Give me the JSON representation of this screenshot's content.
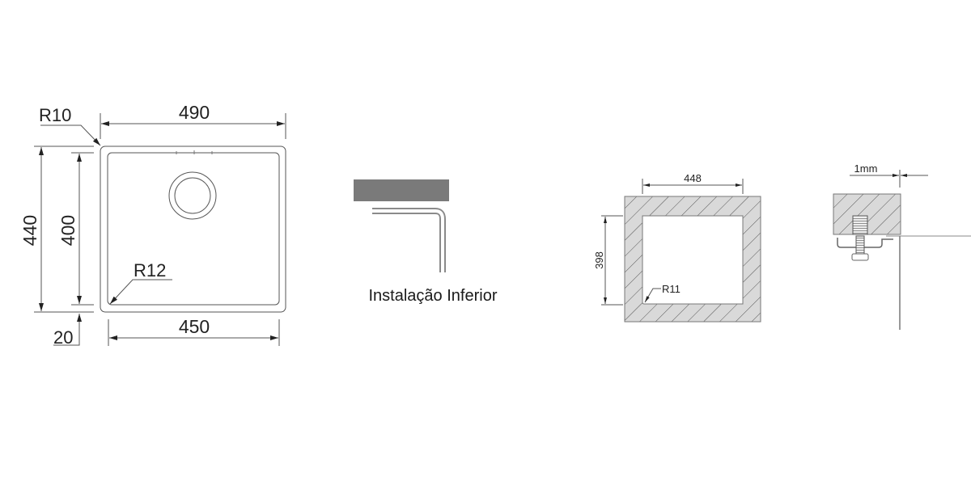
{
  "sink_top_view": {
    "width_outer": "490",
    "width_inner": "450",
    "height_outer": "440",
    "height_inner": "400",
    "offset": "20",
    "radius_outer": "R10",
    "radius_inner": "R12"
  },
  "installation": {
    "label": "Instalação Inferior"
  },
  "cutout": {
    "width": "448",
    "height": "398",
    "radius": "R11"
  },
  "section_detail": {
    "gap": "1mm"
  }
}
